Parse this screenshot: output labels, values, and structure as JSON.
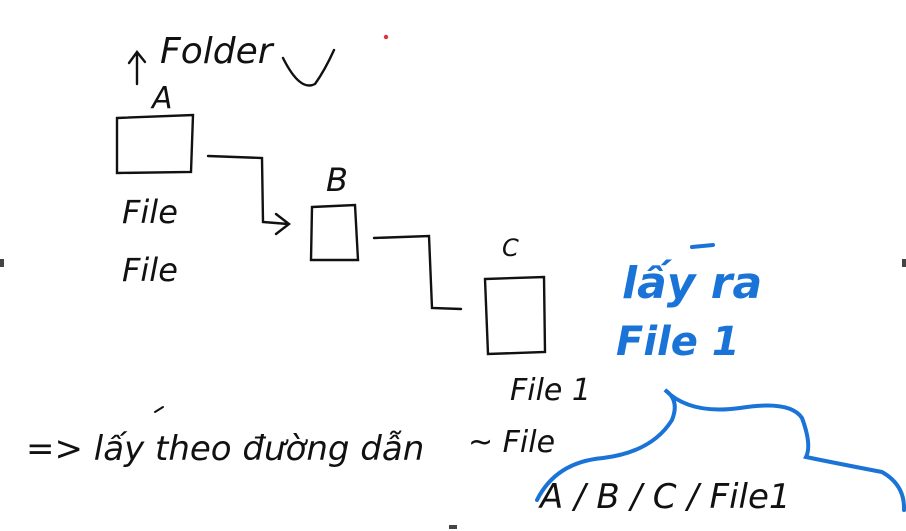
{
  "labels": {
    "folder_label": "Folder",
    "folder_a": "A",
    "file_1": "File",
    "file_2": "File",
    "folder_b": "B",
    "folder_c": "C",
    "file_c": "File 1",
    "get_path_note": "=> lấy theo đường dẫn",
    "approx_file": "~ File",
    "path_example": "A / B / C / File1",
    "get_out_note": "lấy ra",
    "get_out_file": "File 1"
  },
  "colors": {
    "ink": "#111111",
    "blue_ink": "#1a73d6",
    "red_dot": "#e0303a",
    "background": "#ffffff"
  }
}
